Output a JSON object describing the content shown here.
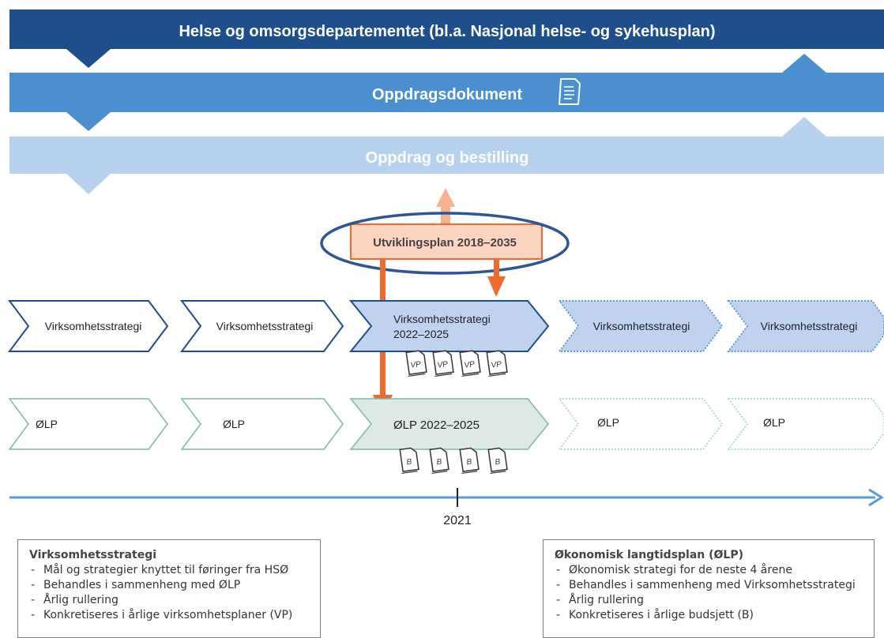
{
  "banners": {
    "top": "Helse og omsorgsdepartementet (bl.a. Nasjonal helse- og sykehusplan)",
    "middle": "Oppdragsdokument",
    "lower": "Oppdrag og bestilling"
  },
  "development_plan": "Utviklingsplan 2018–2035",
  "strategy_row": [
    "Virksomhetsstrategi",
    "Virksomhetsstrategi",
    "Virksomhetsstrategi 2022–2025",
    "Virksomhetsstrategi",
    "Virksomhetsstrategi"
  ],
  "strategy_current_lines": [
    "Virksomhetsstrategi",
    "2022–2025"
  ],
  "olp_row": [
    "ØLP",
    "ØLP",
    "ØLP 2022–2025",
    "ØLP",
    "ØLP"
  ],
  "vp_label": "VP",
  "b_label": "B",
  "timeline_year": "2021",
  "colors": {
    "dark_blue": "#1f4e8c",
    "mid_blue": "#4a90d0",
    "light_blue": "#b7d2ee",
    "orange": "#ef6a2f",
    "orange_light": "#f7b18d",
    "highlight_fill": "#bfd3ef",
    "teal_fill": "#dde9e5",
    "teal_border": "#7fb8a7",
    "timeline": "#5b9bd5"
  },
  "left_box": {
    "title": "Virksomhetsstrategi",
    "items": [
      "Mål og strategier knyttet til føringer fra HSØ",
      "Behandles i sammenheng med ØLP",
      "Årlig rullering",
      "Konkretiseres i årlige virksomhetsplaner (VP)"
    ]
  },
  "right_box": {
    "title": "Økonomisk langtidsplan (ØLP)",
    "items": [
      "Økonomisk strategi for de neste 4 årene",
      "Behandles i sammenheng med Virksomhetsstrategi",
      "Årlig rullering",
      "Konkretiseres i årlige budsjett (B)"
    ]
  }
}
